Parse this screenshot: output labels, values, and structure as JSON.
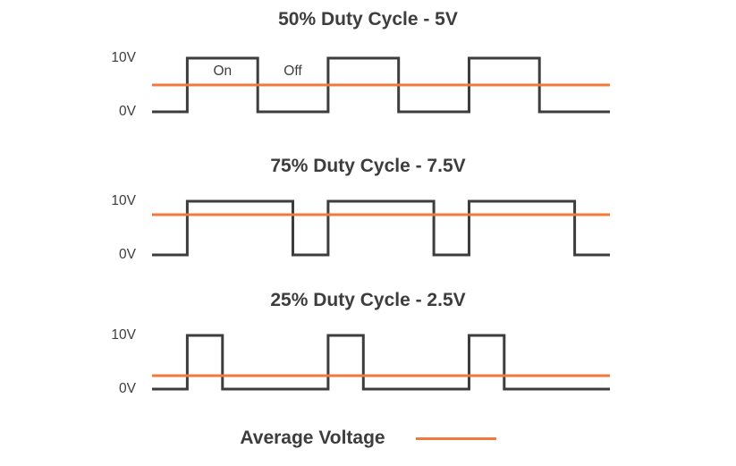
{
  "colors": {
    "waveform": "#3d3d3d",
    "average": "#f0793b",
    "text": "#3d3d3d",
    "background": "#ffffff"
  },
  "legend": {
    "label": "Average Voltage"
  },
  "chart_data": [
    {
      "type": "line",
      "title": "50% Duty Cycle - 5V",
      "duty_cycle_percent": 50,
      "average_voltage_v": 5,
      "high_voltage_v": 10,
      "low_voltage_v": 0,
      "ylim": [
        0,
        10
      ],
      "y_ticks": [
        {
          "label": "10V",
          "value": 10
        },
        {
          "label": "0V",
          "value": 0
        }
      ],
      "segments": [
        {
          "level": 0,
          "t": 0.25
        },
        {
          "level": 10,
          "t": 0.5
        },
        {
          "level": 0,
          "t": 0.5
        },
        {
          "level": 10,
          "t": 0.5
        },
        {
          "level": 0,
          "t": 0.5
        },
        {
          "level": 10,
          "t": 0.5
        },
        {
          "level": 0,
          "t": 0.5
        }
      ],
      "annotations": [
        {
          "text": "On",
          "segment": 1
        },
        {
          "text": "Off",
          "segment": 2
        }
      ]
    },
    {
      "type": "line",
      "title": "75% Duty Cycle - 7.5V",
      "duty_cycle_percent": 75,
      "average_voltage_v": 7.5,
      "high_voltage_v": 10,
      "low_voltage_v": 0,
      "ylim": [
        0,
        10
      ],
      "y_ticks": [
        {
          "label": "10V",
          "value": 10
        },
        {
          "label": "0V",
          "value": 0
        }
      ],
      "segments": [
        {
          "level": 0,
          "t": 0.25
        },
        {
          "level": 10,
          "t": 0.75
        },
        {
          "level": 0,
          "t": 0.25
        },
        {
          "level": 10,
          "t": 0.75
        },
        {
          "level": 0,
          "t": 0.25
        },
        {
          "level": 10,
          "t": 0.75
        },
        {
          "level": 0,
          "t": 0.25
        }
      ],
      "annotations": []
    },
    {
      "type": "line",
      "title": "25% Duty Cycle - 2.5V",
      "duty_cycle_percent": 25,
      "average_voltage_v": 2.5,
      "high_voltage_v": 10,
      "low_voltage_v": 0,
      "ylim": [
        0,
        10
      ],
      "y_ticks": [
        {
          "label": "10V",
          "value": 10
        },
        {
          "label": "0V",
          "value": 0
        }
      ],
      "segments": [
        {
          "level": 0,
          "t": 0.25
        },
        {
          "level": 10,
          "t": 0.25
        },
        {
          "level": 0,
          "t": 0.75
        },
        {
          "level": 10,
          "t": 0.25
        },
        {
          "level": 0,
          "t": 0.75
        },
        {
          "level": 10,
          "t": 0.25
        },
        {
          "level": 0,
          "t": 0.75
        }
      ],
      "annotations": []
    }
  ]
}
